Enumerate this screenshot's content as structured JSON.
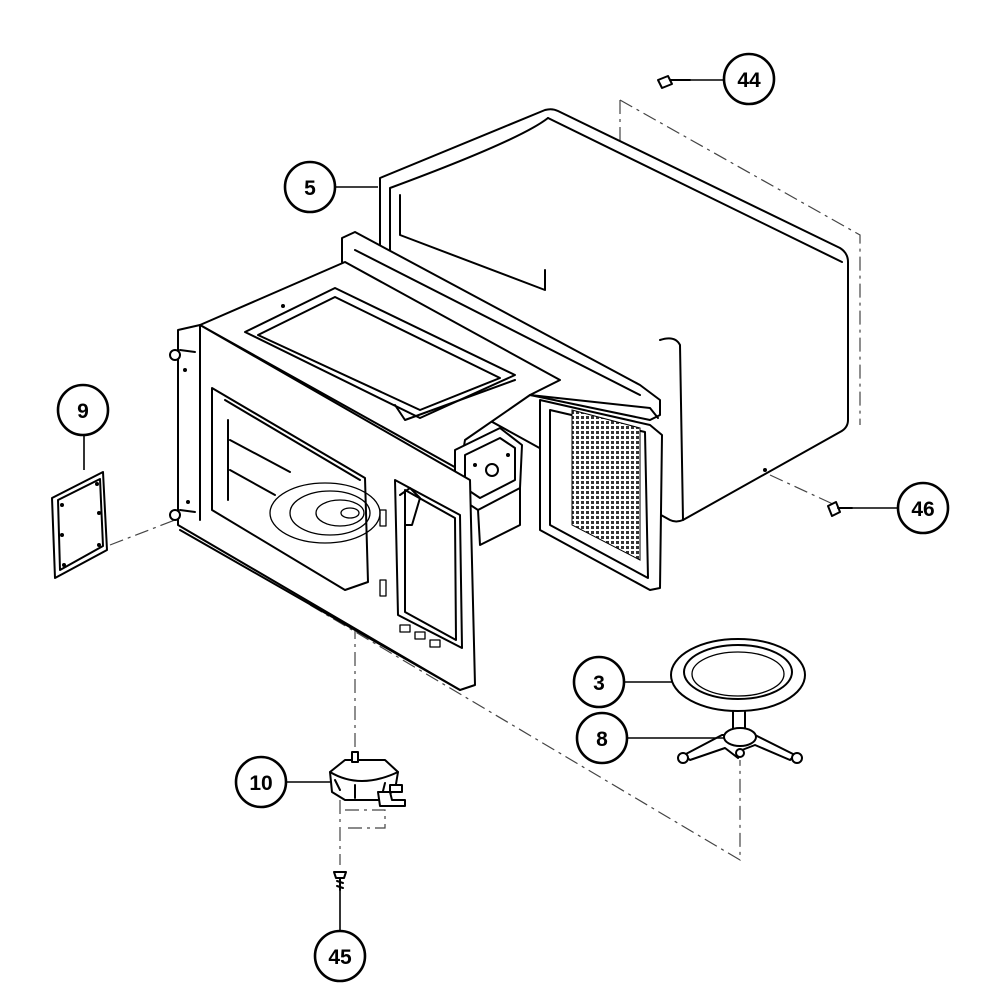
{
  "callouts": [
    {
      "id": "44",
      "label": "44"
    },
    {
      "id": "5",
      "label": "5"
    },
    {
      "id": "9",
      "label": "9"
    },
    {
      "id": "46",
      "label": "46"
    },
    {
      "id": "3",
      "label": "3"
    },
    {
      "id": "8",
      "label": "8"
    },
    {
      "id": "10",
      "label": "10"
    },
    {
      "id": "45",
      "label": "45"
    }
  ]
}
